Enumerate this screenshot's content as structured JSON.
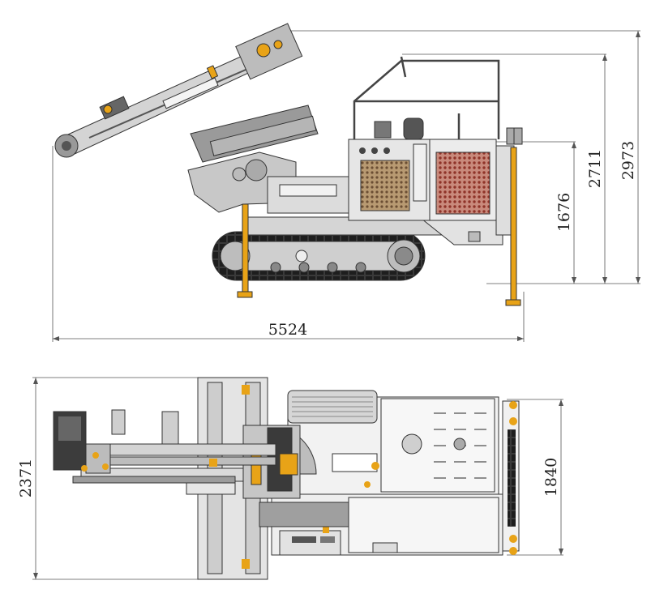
{
  "side_view": {
    "dimensions": {
      "overall_length": "5524",
      "overall_height": "2973",
      "cab_height": "2711",
      "body_height": "1676"
    }
  },
  "top_view": {
    "dimensions": {
      "overall_width": "2371",
      "track_width": "1840"
    }
  },
  "colors": {
    "machine_gray": "#d9d9d9",
    "dark_gray": "#6e6e6e",
    "accent_yellow": "#e8a317",
    "radiator_red": "#a8473a",
    "mesh_brown": "#8a6a4a",
    "track_black": "#2a2a2a"
  }
}
